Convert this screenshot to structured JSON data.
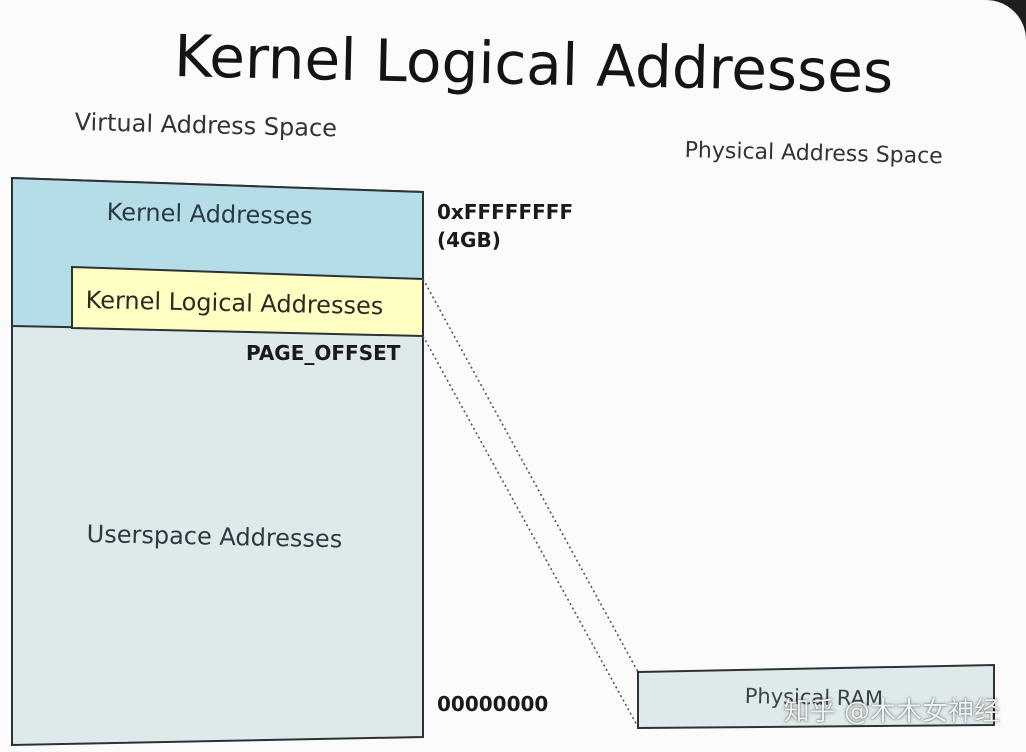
{
  "title": "Kernel Logical Addresses",
  "labels": {
    "virtual_space": "Virtual Address Space",
    "physical_space": "Physical Address Space"
  },
  "regions": {
    "kernel": "Kernel Addresses",
    "kernel_logical": "Kernel Logical Addresses",
    "userspace": "Userspace Addresses",
    "physical_ram": "Physical RAM"
  },
  "addresses": {
    "top": "0xFFFFFFFF",
    "top_size": "(4GB)",
    "page_offset": "PAGE_OFFSET",
    "bottom": "00000000"
  },
  "watermark": "知乎 @木木女神经",
  "colors": {
    "kernel_region": "#b5dde8",
    "kernel_logical_region": "#ffffc4",
    "userspace_region": "#dde9ea",
    "physical_ram_region": "#dde9ea",
    "outline": "#2c3236"
  }
}
